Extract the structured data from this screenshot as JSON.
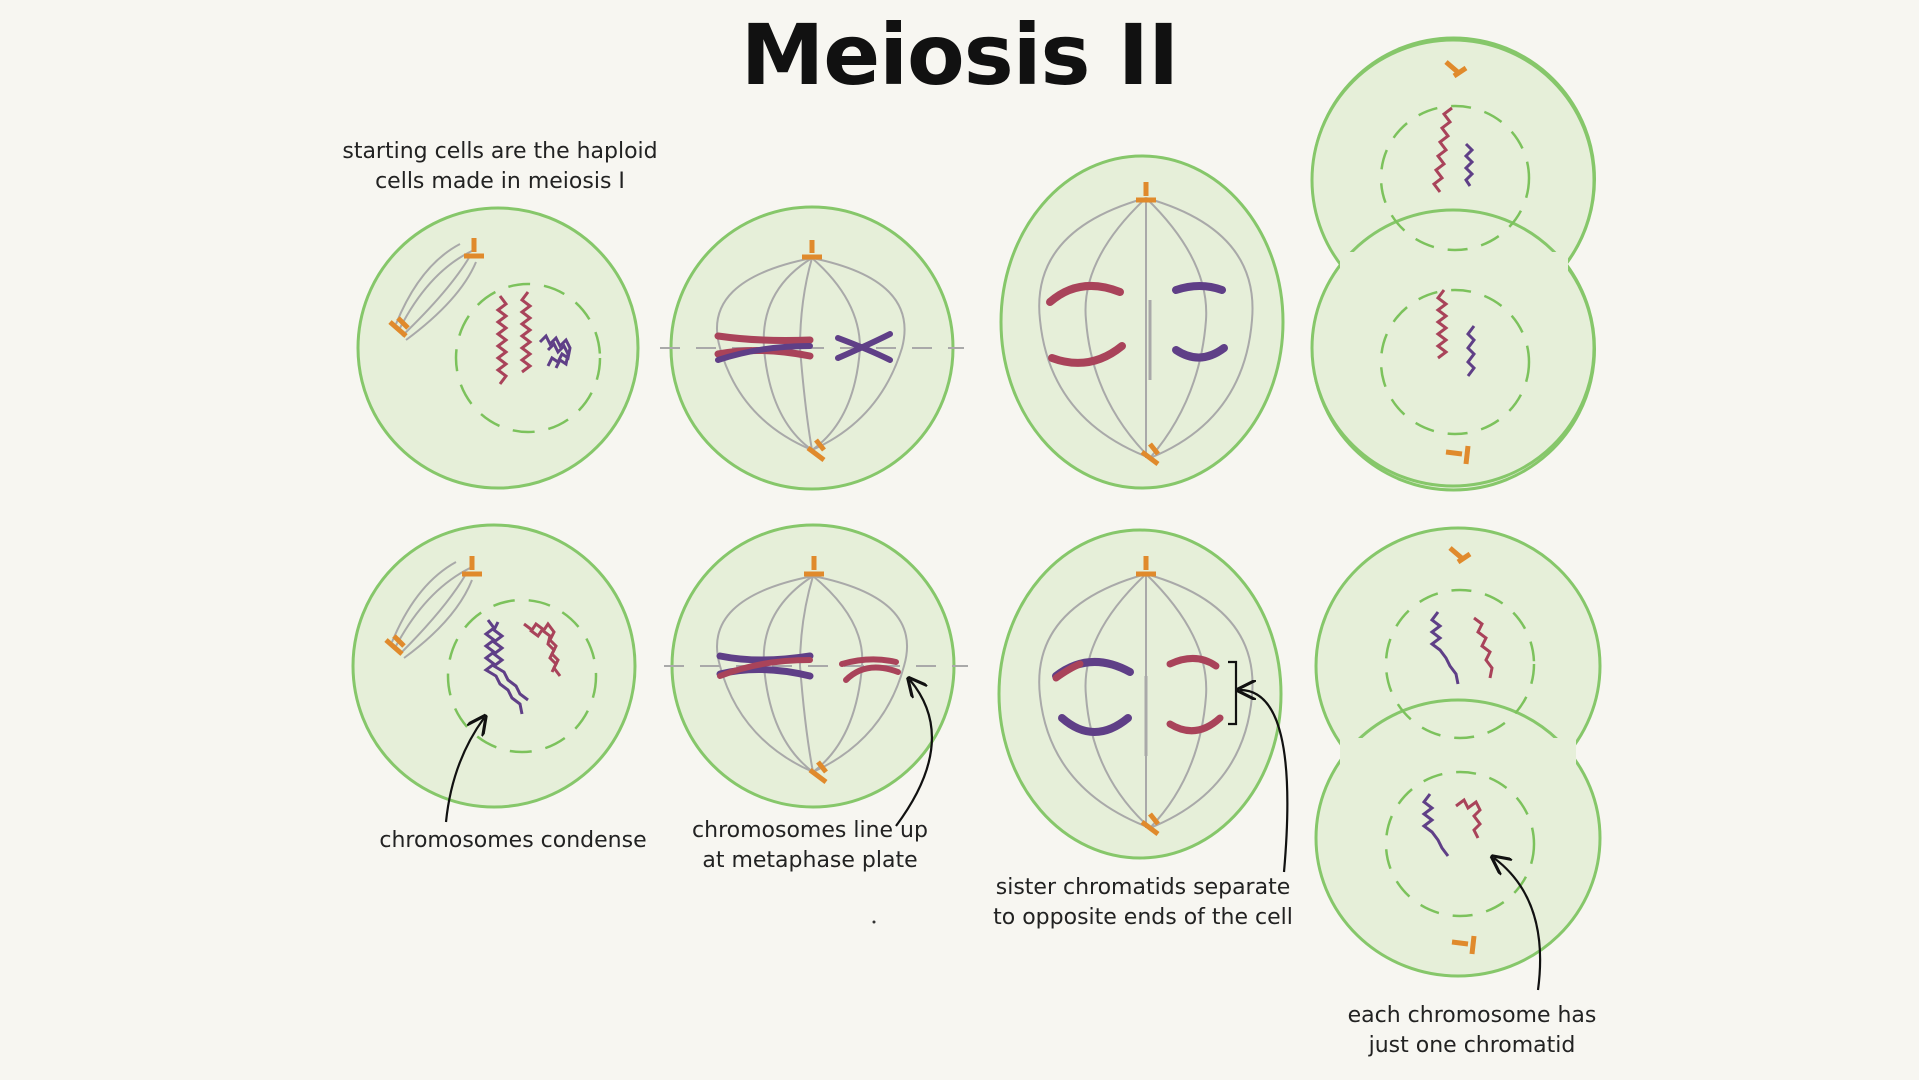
{
  "title": "Meiosis II",
  "labels": {
    "start_line1": "starting cells are the haploid",
    "start_line2": "cells made in meiosis I",
    "condense": "chromosomes condense",
    "lineup_line1": "chromosomes line up",
    "lineup_line2": "at metaphase plate",
    "separate_line1": "sister chromatids separate",
    "separate_line2": "to opposite ends of the cell",
    "chromatid_line1": "each chromosome has",
    "chromatid_line2": "just one chromatid"
  },
  "colors": {
    "background": "#f7f6f1",
    "cell_fill": "#e6efd9",
    "cell_border": "#86c76a",
    "nuclear_envelope": "#7cc25c",
    "spindle": "#a9a9a9",
    "centrosome": "#e08a2c",
    "chromosome_red": "#a9435a",
    "chromosome_purple": "#5f3f87",
    "arrow": "#111111"
  }
}
